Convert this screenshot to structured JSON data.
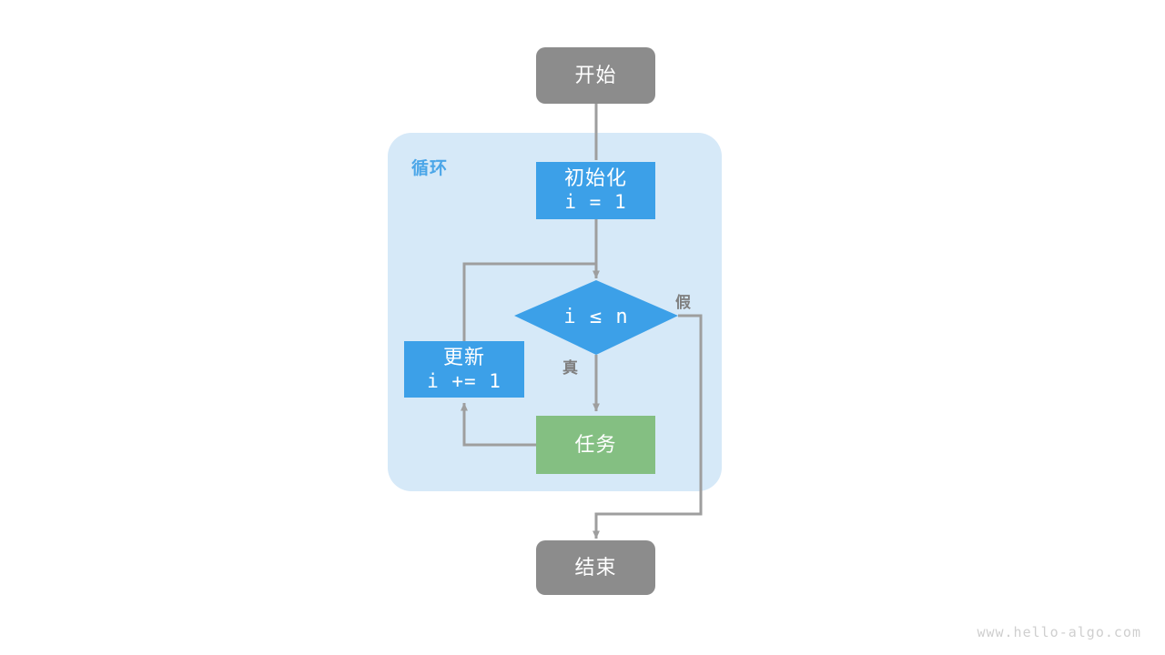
{
  "diagram": {
    "type": "flowchart",
    "title_watermark": "www.hello-algo.com",
    "background": "#ffffff",
    "colors": {
      "terminal_fill": "#8c8c8c",
      "process_fill": "#3ca0e8",
      "decision_fill": "#3ca0e8",
      "task_fill": "#84bf82",
      "group_fill": "#d6e9f8",
      "group_label": "#4ba6e8",
      "edge_stroke": "#9e9e9e",
      "node_text": "#ffffff",
      "edge_label_text": "#7f7f7f",
      "watermark_text": "#cfcfcf"
    },
    "group": {
      "label": "循环"
    },
    "nodes": {
      "start": {
        "label": "开始",
        "shape": "rounded-terminal"
      },
      "init": {
        "label_line1": "初始化",
        "label_line2": "i = 1",
        "shape": "rect"
      },
      "condition": {
        "label": "i ≤ n",
        "shape": "diamond"
      },
      "update": {
        "label_line1": "更新",
        "label_line2": "i += 1",
        "shape": "rect"
      },
      "task": {
        "label": "任务",
        "shape": "rect"
      },
      "end": {
        "label": "结束",
        "shape": "rounded-terminal"
      }
    },
    "edge_labels": {
      "true_branch": "真",
      "false_branch": "假"
    }
  }
}
